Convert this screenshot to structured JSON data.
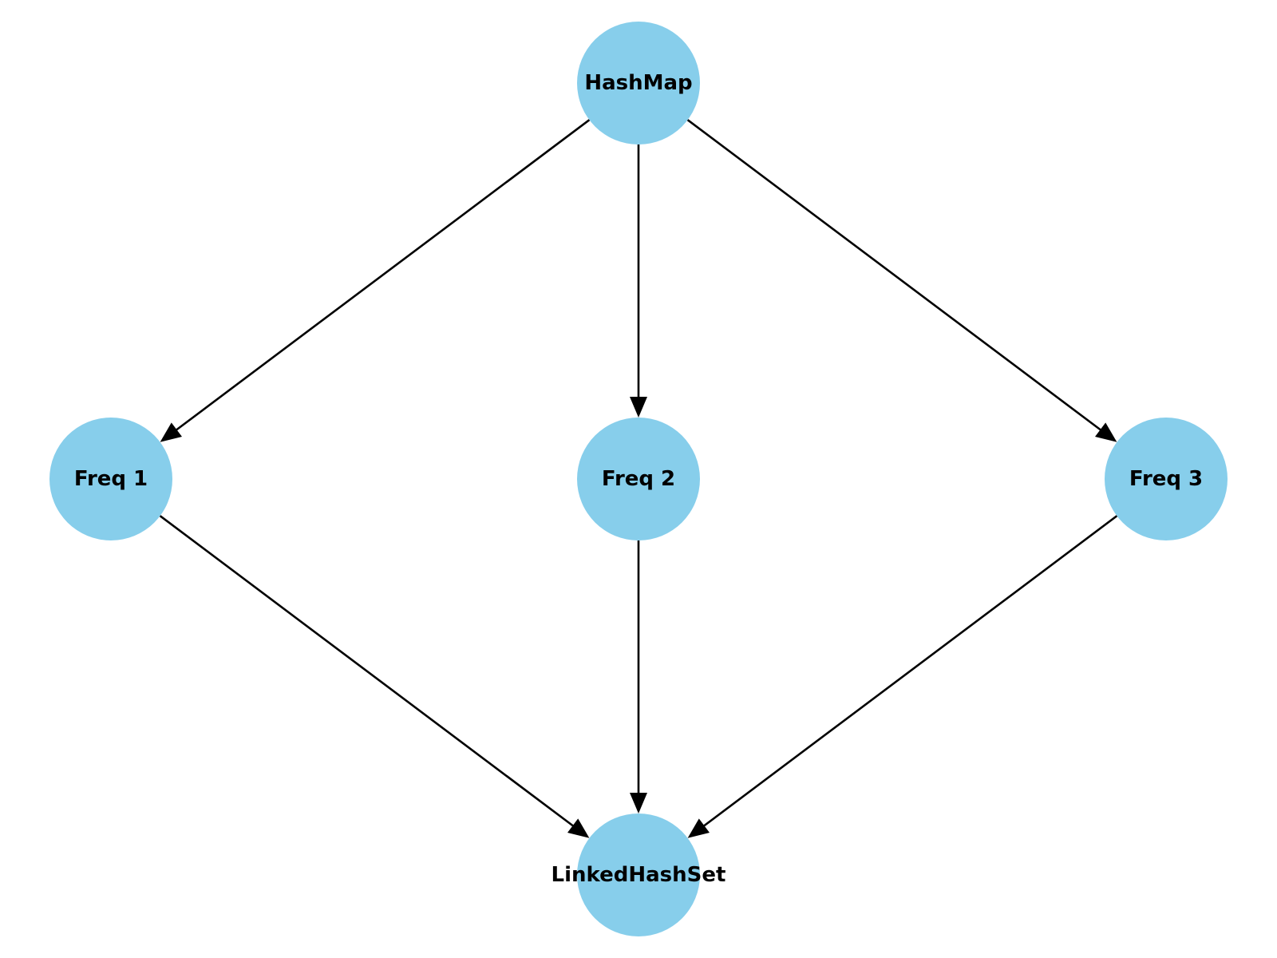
{
  "colors": {
    "node_fill": "#87ceeb",
    "edge": "#000000",
    "label": "#000000",
    "background": "#ffffff"
  },
  "nodes": [
    {
      "id": "hashmap",
      "label": "HashMap"
    },
    {
      "id": "freq1",
      "label": "Freq 1"
    },
    {
      "id": "freq2",
      "label": "Freq 2"
    },
    {
      "id": "freq3",
      "label": "Freq 3"
    },
    {
      "id": "linkedhashset",
      "label": "LinkedHashSet"
    }
  ],
  "edges": [
    {
      "from": "hashmap",
      "to": "freq1"
    },
    {
      "from": "hashmap",
      "to": "freq2"
    },
    {
      "from": "hashmap",
      "to": "freq3"
    },
    {
      "from": "freq1",
      "to": "linkedhashset"
    },
    {
      "from": "freq2",
      "to": "linkedhashset"
    },
    {
      "from": "freq3",
      "to": "linkedhashset"
    }
  ]
}
